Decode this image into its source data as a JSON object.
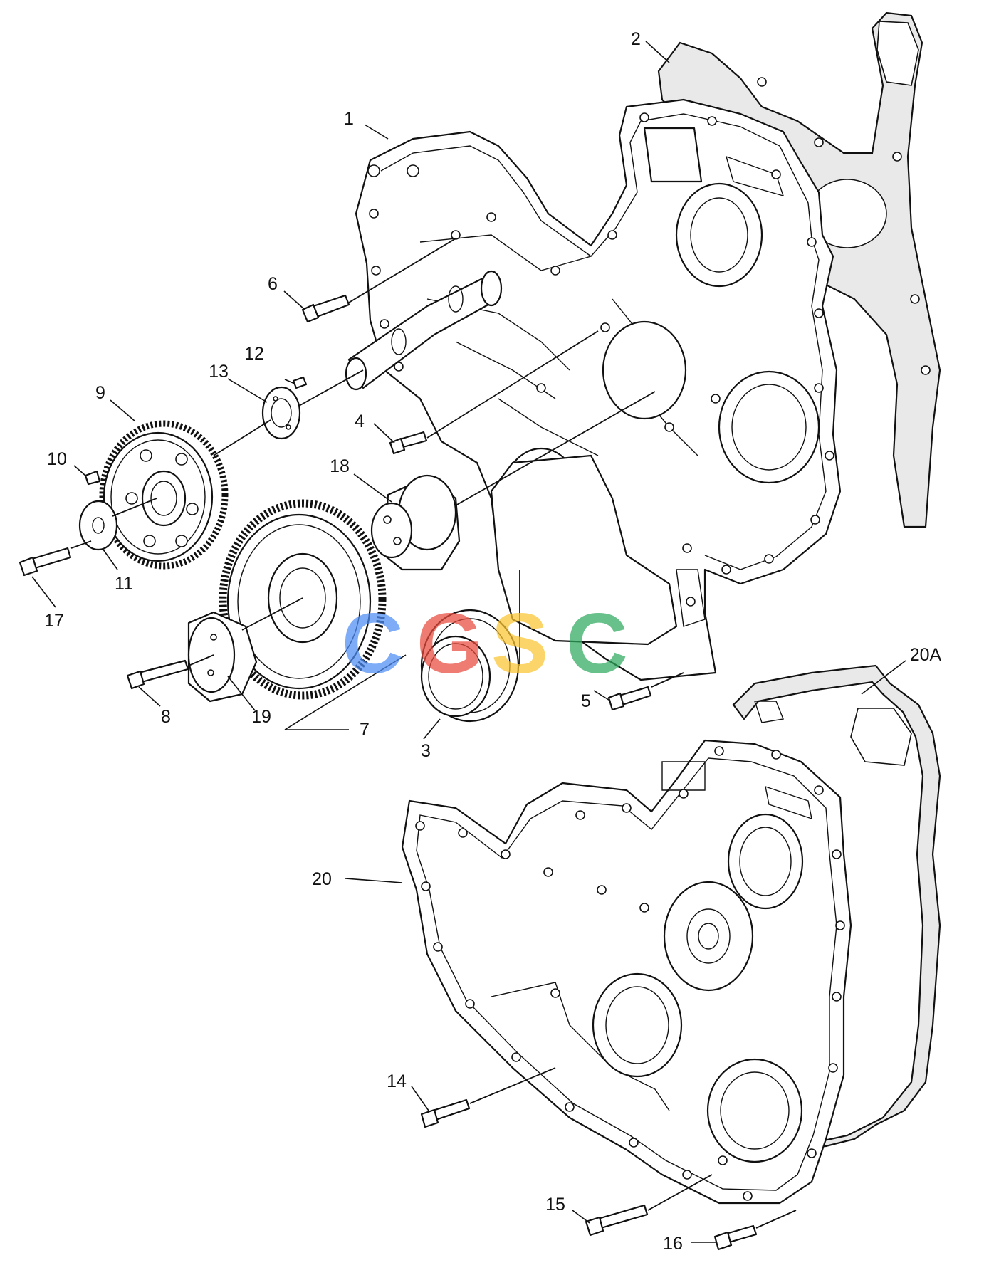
{
  "callouts": {
    "c1": "1",
    "c2": "2",
    "c3": "3",
    "c4": "4",
    "c5": "5",
    "c6": "6",
    "c7": "7",
    "c8": "8",
    "c9": "9",
    "c10": "10",
    "c11": "11",
    "c12": "12",
    "c13": "13",
    "c14": "14",
    "c15": "15",
    "c16": "16",
    "c17": "17",
    "c18": "18",
    "c19": "19",
    "c20": "20",
    "c20a": "20A"
  },
  "watermark": {
    "letters": [
      "C",
      "G",
      "S",
      "C"
    ],
    "colors": [
      "#4f8df5",
      "#ea4a3c",
      "#fbc531",
      "#2faa5e"
    ]
  }
}
